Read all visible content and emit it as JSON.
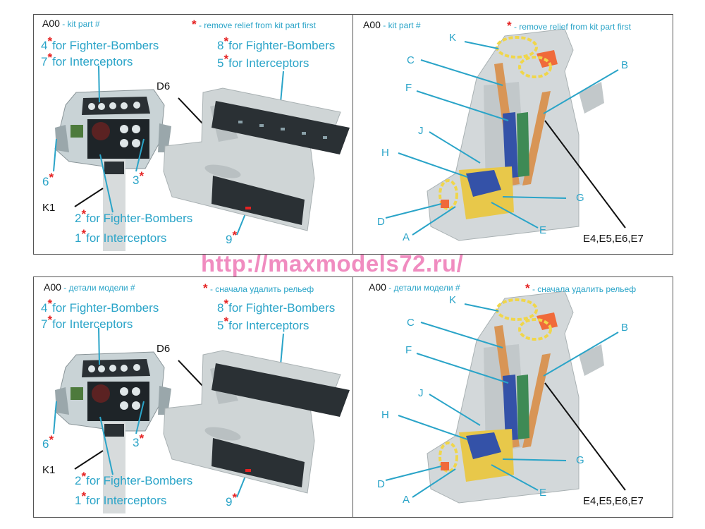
{
  "colors": {
    "accent": "#2aa4c8",
    "star": "#e52222",
    "watermark": "#f08cc0",
    "lines_blue": "#2aa4c8",
    "lines_black": "#111111"
  },
  "watermark": "http://maxmodels72.ru/",
  "en": {
    "kit_code": "A00",
    "kit_text": " - kit part #",
    "star": "*",
    "remove_text": " - remove relief from kit part first"
  },
  "ru": {
    "kit_code": "A00",
    "kit_text": " - детали модели #",
    "star": "*",
    "remove_text": " - сначала удалить рельеф"
  },
  "cockpit": {
    "l_top1_num": "4",
    "l_top1_txt": "for Fighter-Bombers",
    "l_top2_num": "7",
    "l_top2_txt": "for Interceptors",
    "r_top1_num": "8",
    "r_top1_txt": "for Fighter-Bombers",
    "r_top2_num": "5",
    "r_top2_txt": "for Interceptors",
    "b1_num": "2",
    "b1_txt": "for Fighter-Bombers",
    "b2_num": "1",
    "b2_txt": "for Interceptors",
    "n6": "6",
    "n3": "3",
    "n9": "9",
    "d6": "D6",
    "k1": "K1"
  },
  "seat": {
    "k": "K",
    "c": "C",
    "f": "F",
    "j": "J",
    "h": "H",
    "d": "D",
    "a": "A",
    "b": "B",
    "g": "G",
    "e": "E",
    "codes": "E4,E5,E6,E7"
  }
}
